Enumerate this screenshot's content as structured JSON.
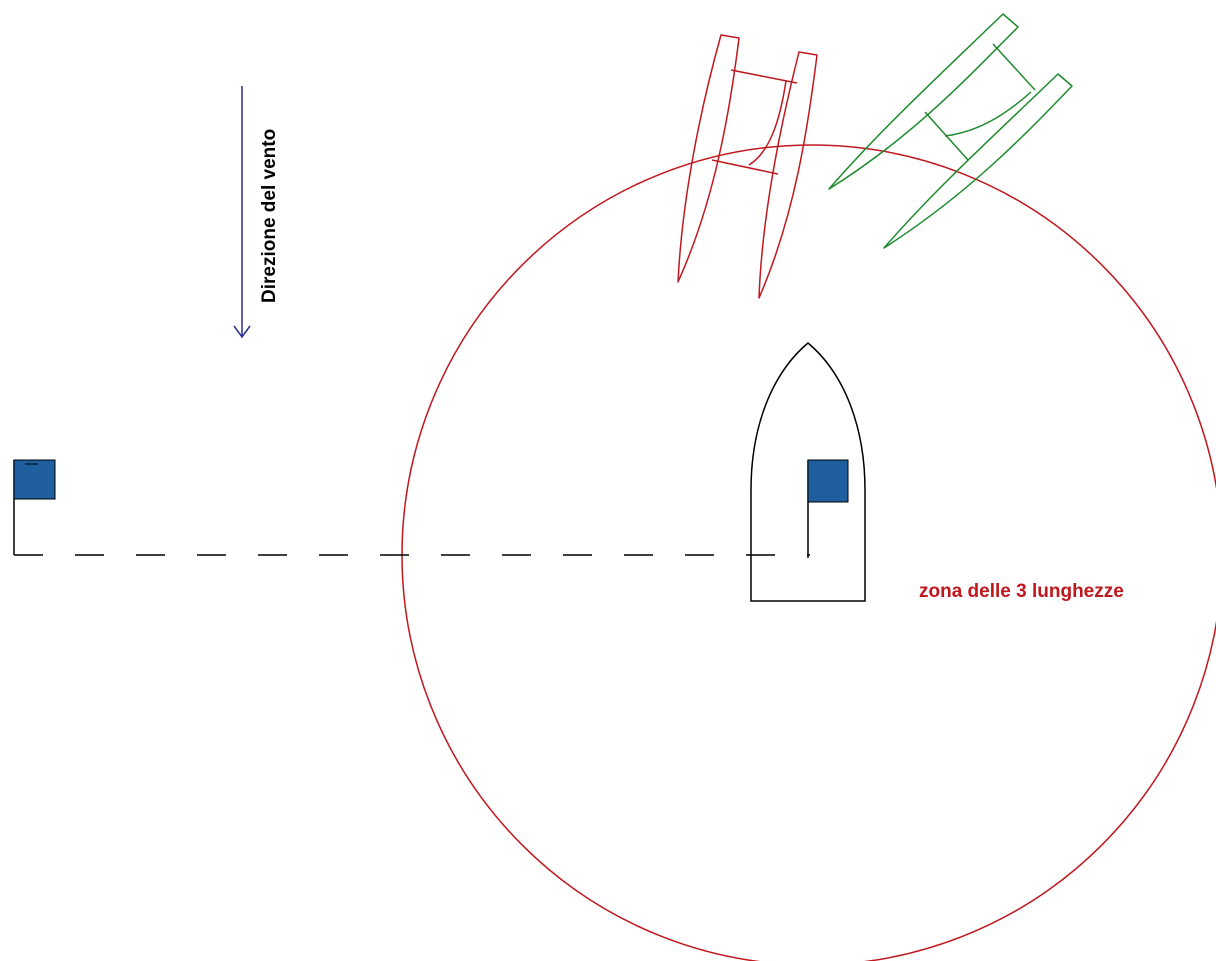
{
  "wind": {
    "label": "Direzione del vento",
    "arrow_color": "#2b2f8a"
  },
  "zone": {
    "label": "zona delle 3 lunghezze",
    "color": "#c0181f"
  },
  "colors": {
    "zone_circle": "#c0181f",
    "red_catamaran": "#c0181f",
    "green_catamaran": "#1e8a2e",
    "committee_boat": "#000000",
    "flag": "#1f5fa0",
    "start_line": "#000000"
  },
  "elements": {
    "start_line_style": "dashed",
    "flags": [
      "pin-end-flag",
      "committee-boat-flag"
    ],
    "boats": [
      "committee-boat",
      "red-catamaran",
      "green-catamaran"
    ]
  }
}
